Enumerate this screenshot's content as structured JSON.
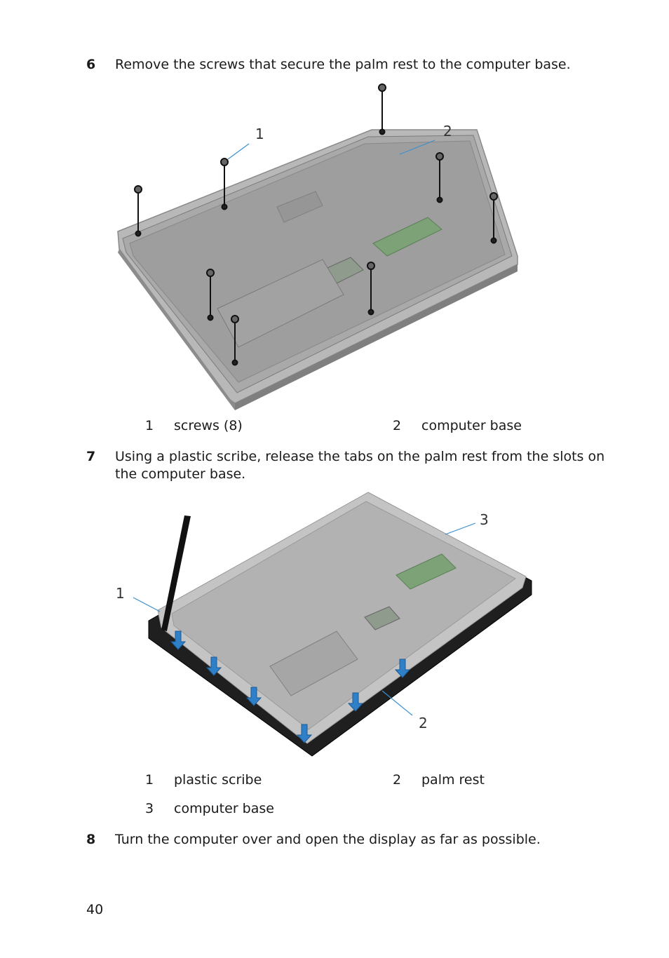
{
  "steps": [
    {
      "number": "6",
      "text": "Remove the screws that secure the palm rest to the computer base."
    },
    {
      "number": "7",
      "text": "Using a plastic scribe, release the tabs on the palm rest from the slots on the computer base."
    },
    {
      "number": "8",
      "text": "Turn the computer over and open the display as far as possible."
    }
  ],
  "figure1": {
    "callouts": [
      "1",
      "2"
    ],
    "legend": [
      {
        "num": "1",
        "label": "screws (8)"
      },
      {
        "num": "2",
        "label": "computer base"
      }
    ]
  },
  "figure2": {
    "callouts": [
      "1",
      "2",
      "3"
    ],
    "legend": [
      {
        "num": "1",
        "label": "plastic scribe"
      },
      {
        "num": "2",
        "label": "palm rest"
      },
      {
        "num": "3",
        "label": "computer base"
      }
    ]
  },
  "page_number": "40"
}
